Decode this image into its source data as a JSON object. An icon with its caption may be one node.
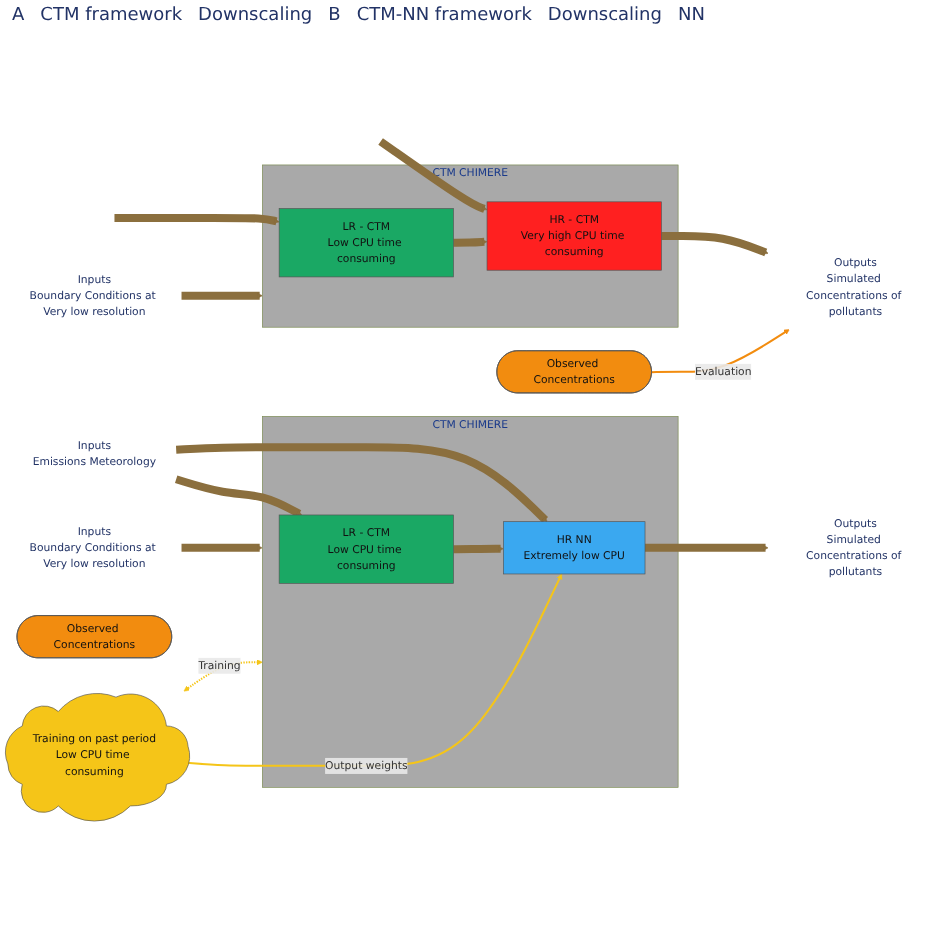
{
  "diagram": {
    "nodes": [
      {
        "text": [
          "CTM CHIMERE"
        ]
      },
      {
        "text": [
          "Inputs",
          "Boundary Conditions at Very low resolution"
        ]
      },
      {
        "text": [
          "LR - CTM",
          "Low CPU time consuming"
        ],
        "in": 0
      },
      {
        "text": [
          "HR - CTM",
          "Very high CPU time consuming"
        ],
        "in": 0
      },
      {
        "text": [
          "Outputs",
          "Simulated Concentrations of pollutants"
        ]
      },
      {
        "text": [
          "Observed Concentrations"
        ]
      },
      {
        "text": [
          "Inputs",
          "Emissions Meteorology"
        ]
      },
      {
        "text": [
          "CTM CHIMERE"
        ]
      },
      {
        "text": [
          "Inputs",
          "Boundary Conditions at Very low resolution"
        ]
      },
      {
        "text": [
          "LR - CTM",
          "Low CPU time consuming"
        ],
        "in": 7
      },
      {
        "text": [
          "HR NN",
          "Extremely low CPU"
        ],
        "in": 7
      },
      {
        "text": [
          "Training on past period",
          "Low CPU time consuming"
        ]
      },
      {
        "text": [
          "Outputs",
          "Simulated Concentrations of pollutants"
        ]
      },
      {
        "text": [
          "Observed Concentrations"
        ]
      }
    ],
    "edges": [
      {
        "from": null,
        "to": 2,
        "arrow": "to"
      },
      {
        "from": null,
        "to": 3,
        "arrow": "to"
      },
      {
        "from": 1,
        "to": 0,
        "arrow": "to"
      },
      {
        "from": 2,
        "to": 3,
        "arrow": "to"
      },
      {
        "from": 3,
        "to": 4,
        "arrow": "to"
      },
      {
        "from": 5,
        "to": 4,
        "arrow": "to",
        "label": "Evaluation",
        "color": "#f28c0f"
      },
      {
        "from": 6,
        "to": 9,
        "arrow": "to"
      },
      {
        "from": 6,
        "to": 10,
        "arrow": "to"
      },
      {
        "from": 8,
        "to": 7,
        "arrow": "to"
      },
      {
        "from": 9,
        "to": 10,
        "arrow": "to"
      },
      {
        "from": 10,
        "to": 12,
        "arrow": "to"
      },
      {
        "from": 11,
        "to": 7,
        "arrow": "both",
        "label": "Training",
        "style": "dashed",
        "color": "#f5c518"
      },
      {
        "from": 11,
        "to": 10,
        "arrow": "to",
        "label": "Output weights",
        "color": "#f5c518"
      }
    ],
    "labels": [
      "A",
      "CTM framework",
      "Downscaling",
      "B",
      "CTM-NN framework",
      "Downscaling",
      "NN"
    ]
  }
}
